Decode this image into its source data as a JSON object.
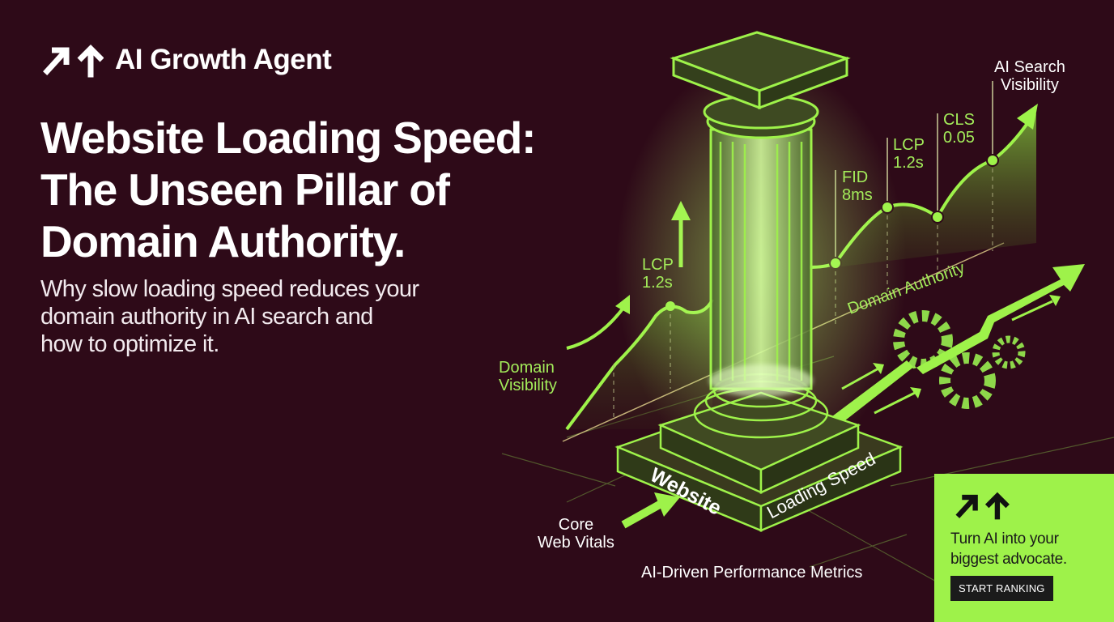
{
  "brand": {
    "name": "AI Growth Agent",
    "logo_icon": "arrow-up-right-and-up-icon"
  },
  "headline": {
    "lines": [
      "Website Loading Speed:",
      "The Unseen Pillar of",
      "Domain Authority."
    ]
  },
  "subheadline": {
    "lines": [
      "Why slow loading speed reduces your",
      "domain authority in AI search and",
      "how to optimize it."
    ]
  },
  "illustration": {
    "pillar_base_labels": {
      "left": "Website",
      "right": "Loading Speed"
    },
    "left_chart": {
      "label": [
        "Domain",
        "Visibility"
      ],
      "point_label": [
        "LCP",
        "1.2s"
      ]
    },
    "right_chart": {
      "axis_label": "Domain Authority",
      "end_label": [
        "AI Search",
        "Visibility"
      ],
      "points": [
        {
          "name": "FID",
          "value": "8ms"
        },
        {
          "name": "LCP",
          "value": "1.2s"
        },
        {
          "name": "CLS",
          "value": "0.05"
        }
      ]
    },
    "core_label": [
      "Core",
      "Web Vitals"
    ],
    "bottom_caption": "AI-Driven Performance Metrics",
    "colors": {
      "accent": "#9ef24a",
      "background": "#2e0a18",
      "glow": "#b6ff6a"
    }
  },
  "cta": {
    "icon": "arrow-up-right-and-up-icon",
    "text_lines": [
      "Turn AI into your",
      "biggest advocate."
    ],
    "button_label": "START RANKING"
  }
}
